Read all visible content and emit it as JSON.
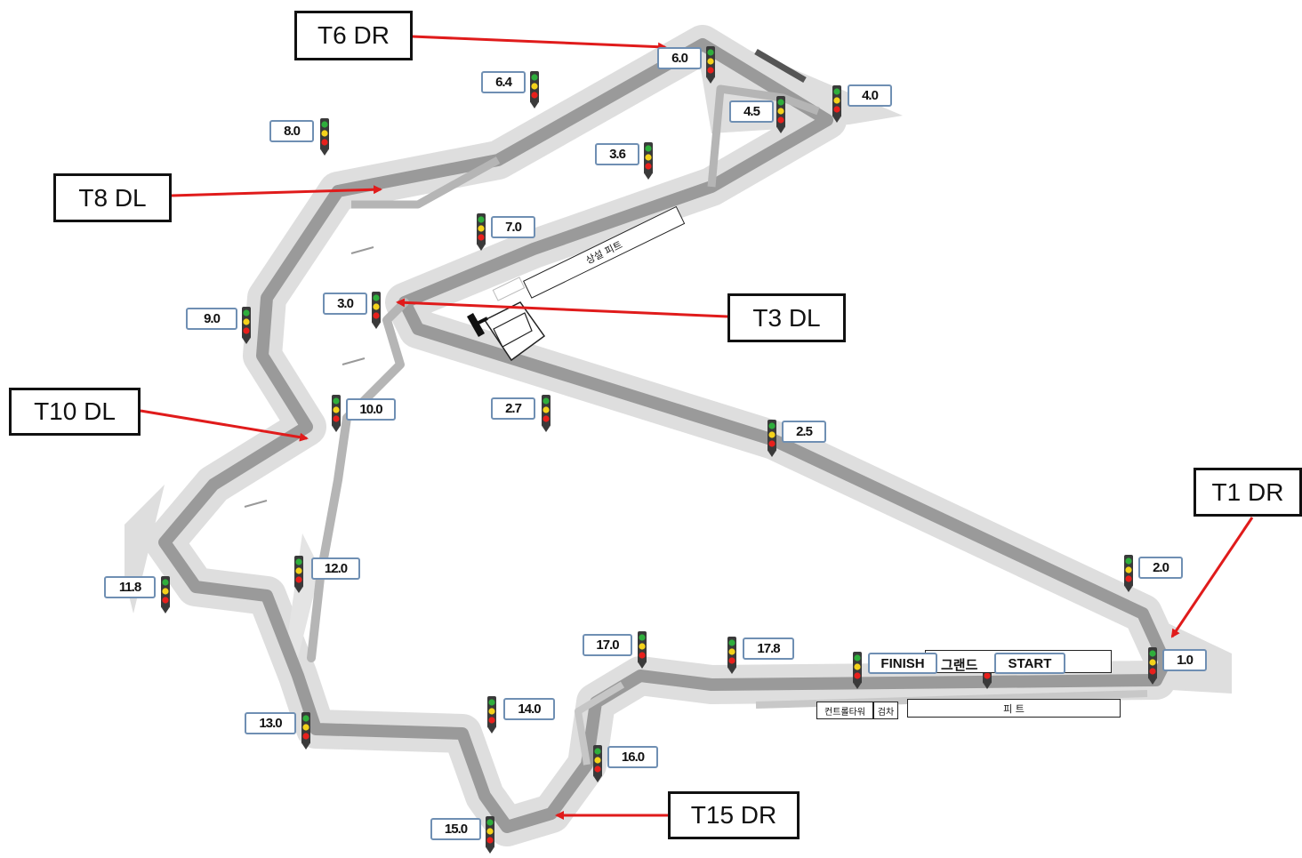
{
  "turn_labels": [
    {
      "id": "t6",
      "text": "T6 DR"
    },
    {
      "id": "t8",
      "text": "T8 DL"
    },
    {
      "id": "t3",
      "text": "T3 DL"
    },
    {
      "id": "t10",
      "text": "T10 DL"
    },
    {
      "id": "t1",
      "text": "T1 DR"
    },
    {
      "id": "t15",
      "text": "T15 DR"
    }
  ],
  "distance_markers": [
    "6.0",
    "6.4",
    "4.5",
    "4.0",
    "3.6",
    "8.0",
    "7.0",
    "3.0",
    "9.0",
    "10.0",
    "2.7",
    "2.5",
    "2.0",
    "1.0",
    "12.0",
    "11.8",
    "17.0",
    "17.8",
    "14.0",
    "13.0",
    "16.0",
    "15.0"
  ],
  "track_text": {
    "finish": "FINISH",
    "start": "START",
    "grandstand": "그랜드",
    "permanent_pit": "상설 피트",
    "control_tower": "컨트롤타워",
    "inspection": "검차",
    "pit": "피     트"
  },
  "icons": {
    "signal": "traffic-signal-icon",
    "helipad": "helipad-icon"
  },
  "colors": {
    "track": "#9a9a9a",
    "runoff": "#dedede",
    "arrow": "#e01b1b",
    "signal_red": "#e8201c",
    "signal_yellow": "#f4d21b",
    "signal_green": "#2fae3c",
    "box_border": "#6f8fb3"
  }
}
